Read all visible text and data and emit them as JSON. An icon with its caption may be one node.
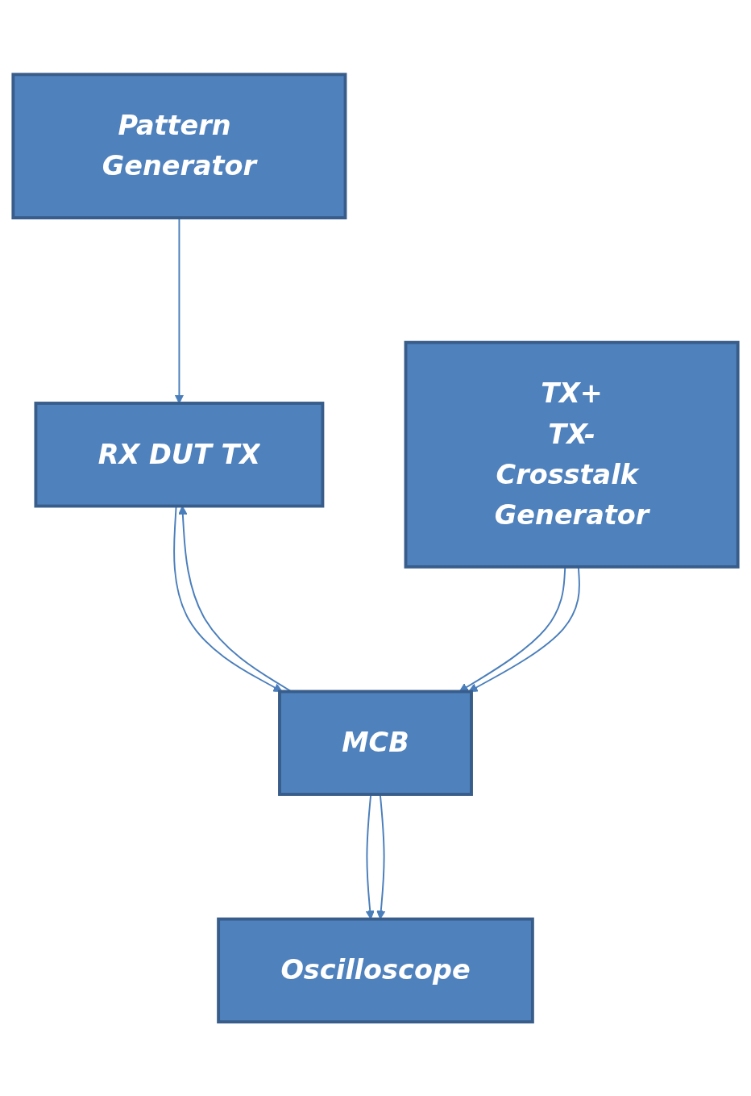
{
  "diagram": {
    "nodes": [
      {
        "text": [
          "Pattern Generator"
        ]
      },
      {
        "text": [
          "RX DUT TX"
        ]
      },
      {
        "text": [
          "MCB"
        ]
      },
      {
        "text": [
          "Oscilloscope"
        ]
      },
      {
        "text": [
          "TX+",
          "TX-",
          "Crosstalk Generator"
        ]
      }
    ],
    "edges": [
      {
        "from": 0,
        "to": 1,
        "arrow": "to"
      },
      {
        "from": 1,
        "to": 2,
        "arrow": "to"
      },
      {
        "from": 2,
        "to": 1,
        "arrow": "to"
      },
      {
        "from": 2,
        "to": 3,
        "arrow": "to"
      },
      {
        "from": 2,
        "to": 3,
        "arrow": "to"
      },
      {
        "from": 4,
        "to": 2,
        "arrow": "to"
      },
      {
        "from": 4,
        "to": 2,
        "arrow": "to"
      }
    ]
  }
}
